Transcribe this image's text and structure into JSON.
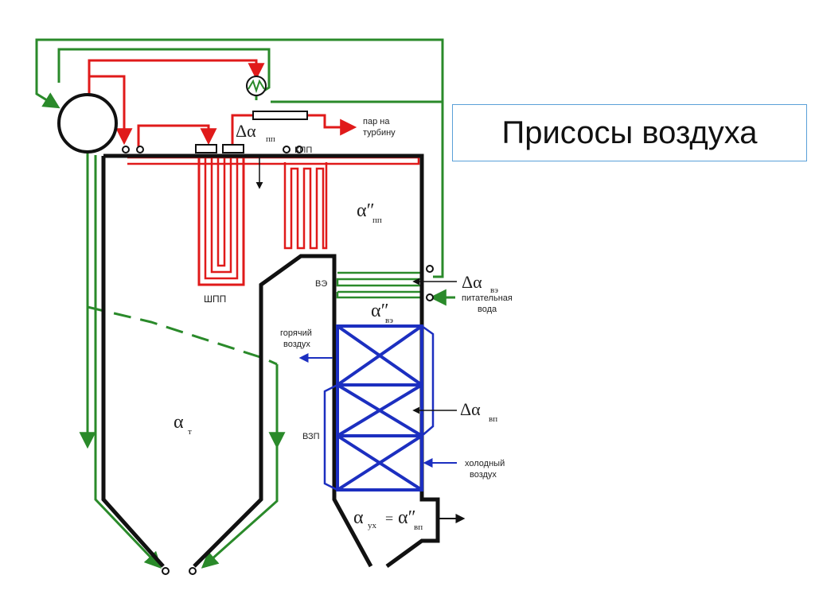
{
  "title": "Присосы воздуха",
  "labels": {
    "steam_to_turbine_1": "пар на",
    "steam_to_turbine_2": "турбину",
    "kpp": "КПП",
    "shpp": "ШПП",
    "ve": "ВЭ",
    "vzp": "ВЗП",
    "feed_water_1": "питательная",
    "feed_water_2": "вода",
    "hot_air_1": "горячий",
    "hot_air_2": "воздух",
    "cold_air_1": "холодный",
    "cold_air_2": "воздух"
  },
  "symbols": {
    "delta_alpha_pp": "Δα",
    "delta_alpha_pp_sub": "пп",
    "alpha_pp": "α″",
    "alpha_pp_sub": "пп",
    "delta_alpha_ve": "Δα",
    "delta_alpha_ve_sub": "вэ",
    "alpha_ve": "α″",
    "alpha_ve_sub": "вэ",
    "delta_alpha_vp": "Δα",
    "delta_alpha_vp_sub": "вп",
    "alpha_t": "α",
    "alpha_t_sub": "т",
    "alpha_ux": "α",
    "alpha_ux_sub": "ух",
    "equals": "=",
    "alpha_vp": "α″",
    "alpha_vp_sub": "вп"
  },
  "colors": {
    "water": "#2a8a2a",
    "steam": "#e01a1a",
    "air": "#1c2fc0",
    "wall": "#111111",
    "title_border": "#5aa0d8"
  }
}
